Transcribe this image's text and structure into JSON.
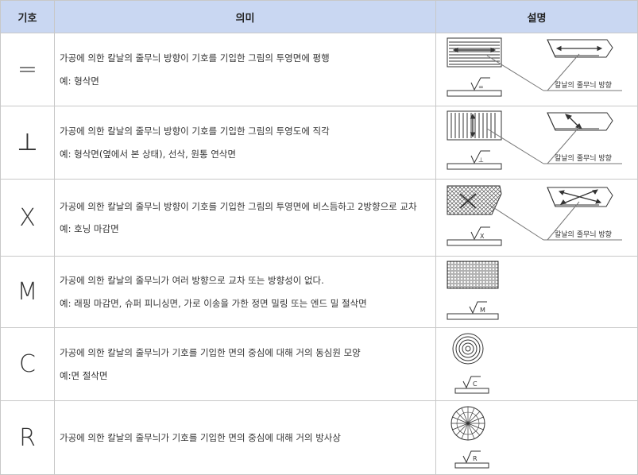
{
  "header": {
    "symbol": "기호",
    "meaning": "의미",
    "description": "설명"
  },
  "rows": [
    {
      "symbol": "=",
      "meaning": "가공에 의한 칼날의 줄무늬 방향이 기호를 기입한 그림의 투영면에 평행",
      "example": "예: 형삭면",
      "mark": "=",
      "caption": "칼날의 줄무늬 방향"
    },
    {
      "symbol": "⊥",
      "meaning": "가공에 의한 칼날의 줄무늬 방향이 기호를 기입한 그림의 투영도에 직각",
      "example": "예: 형삭면(옆에서 본 상태), 선삭, 원통 연삭면",
      "mark": "⊥",
      "caption": "칼날의 줄무늬 방향"
    },
    {
      "symbol": "X",
      "meaning": "가공에 의한 칼날의 줄무늬 방향이 기호를 기입한 그림의 투영면에 비스듬하고 2방향으로 교차",
      "example": "예: 호닝 마감면",
      "mark": "X",
      "caption": "칼날의 줄무늬 방향"
    },
    {
      "symbol": "M",
      "meaning": "가공에 의한 칼날의 줄무늬가 여러 방향으로 교차 또는 방향성이 없다.",
      "example": "예: 래핑 마감면, 슈퍼 피니싱면, 가로 이송을 가한 정면 밀링 또는 엔드 밀 절삭면",
      "mark": "M"
    },
    {
      "symbol": "C",
      "meaning": "가공에 의한 칼날의 줄무늬가 기호를 기입한 면의 중심에 대해 거의 동심원 모양",
      "example": "예:면 절삭면",
      "mark": "C"
    },
    {
      "symbol": "R",
      "meaning": "가공에 의한 칼날의 줄무늬가 기호를 기입한 면의 중심에 대해 거의 방사상",
      "mark": "R"
    }
  ]
}
